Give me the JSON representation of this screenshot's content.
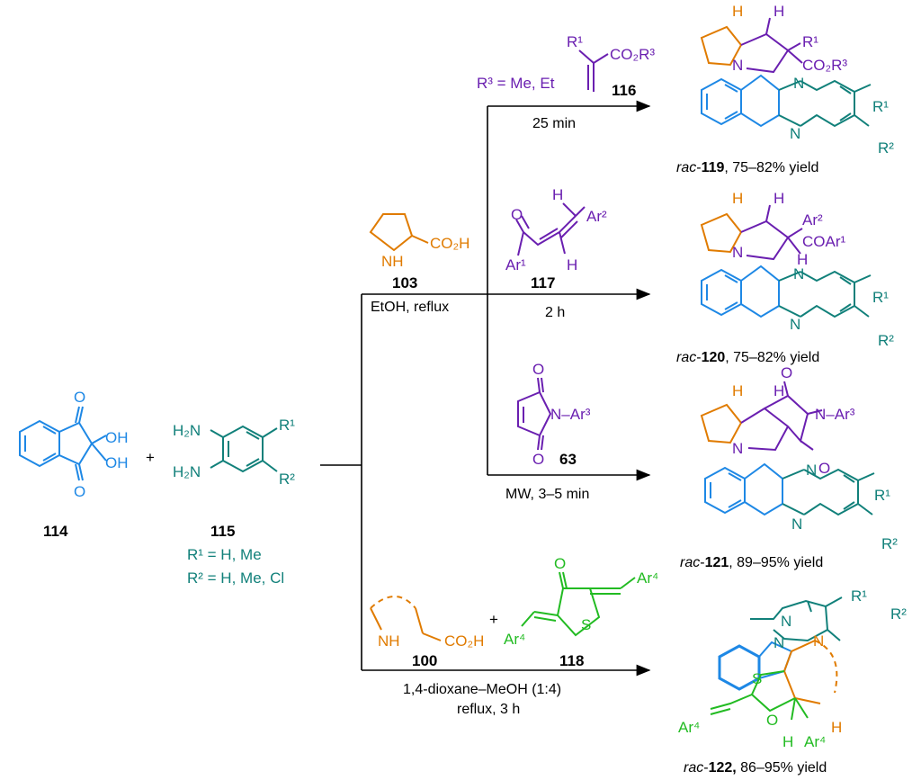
{
  "compounds": {
    "c114": {
      "label": "114",
      "oh1": "OH",
      "oh2": "OH",
      "o1": "O",
      "o2": "O"
    },
    "c115": {
      "label": "115",
      "nh2a": "H₂N",
      "nh2b": "H₂N",
      "r1": "R¹",
      "r2": "R²",
      "note1": "R¹ = H, Me",
      "note2": "R² = H, Me, Cl"
    },
    "plus1": "+",
    "c103": {
      "label": "103",
      "acid": "CO₂H",
      "nh": "NH"
    },
    "c116": {
      "label": "116",
      "r1": "R¹",
      "ester": "CO₂R³",
      "note": "R³ = Me, Et"
    },
    "c117": {
      "label": "117",
      "h1": "H",
      "h2": "H",
      "ar2": "Ar²",
      "ar1": "Ar¹",
      "o": "O"
    },
    "c63": {
      "label": "63",
      "o1": "O",
      "o2": "O",
      "n": "N–Ar³"
    },
    "c100": {
      "label": "100",
      "acid": "CO₂H",
      "nh": "NH"
    },
    "plus2": "+",
    "c118": {
      "label": "118",
      "o": "O",
      "s": "S",
      "ar4a": "Ar⁴",
      "ar4b": "Ar⁴"
    }
  },
  "conditions": {
    "common": "EtOH, reflux",
    "r116": "25 min",
    "r117": "2 h",
    "r63": "MW, 3–5 min",
    "r122a": "1,4-dioxane–MeOH (1:4)",
    "r122b": "reflux, 3 h"
  },
  "products": {
    "p119": {
      "rac": "rac",
      "num": "119",
      "yield": ", 75–82% yield",
      "h1": "H",
      "h2": "H",
      "r1": "R¹",
      "ester": "CO₂R³",
      "n": "N",
      "na": "N",
      "nb": "N",
      "ra": "R¹",
      "rb": "R²"
    },
    "p120": {
      "rac": "rac",
      "num": "120",
      "yield": ", 75–82% yield",
      "h1": "H",
      "h2": "H",
      "ar2": "Ar²",
      "coar": "COAr¹",
      "h3": "H",
      "n": "N",
      "na": "N",
      "nb": "N",
      "ra": "R¹",
      "rb": "R²"
    },
    "p121": {
      "rac": "rac",
      "num": "121",
      "yield": ", 89–95% yield",
      "h1": "H",
      "h2": "H",
      "o1": "O",
      "o2": "O",
      "nar": "N–Ar³",
      "n": "N",
      "na": "N",
      "nb": "N",
      "ra": "R¹",
      "rb": "R²"
    },
    "p122": {
      "rac": "rac",
      "num": "122,",
      "yield": " 86–95% yield",
      "r1": "R¹",
      "r2": "R²",
      "na": "N",
      "nb": "N",
      "n": "N",
      "s": "S",
      "o": "O",
      "ar4a": "Ar⁴",
      "ar4b": "Ar⁴",
      "h1": "H",
      "h2": "H"
    }
  }
}
